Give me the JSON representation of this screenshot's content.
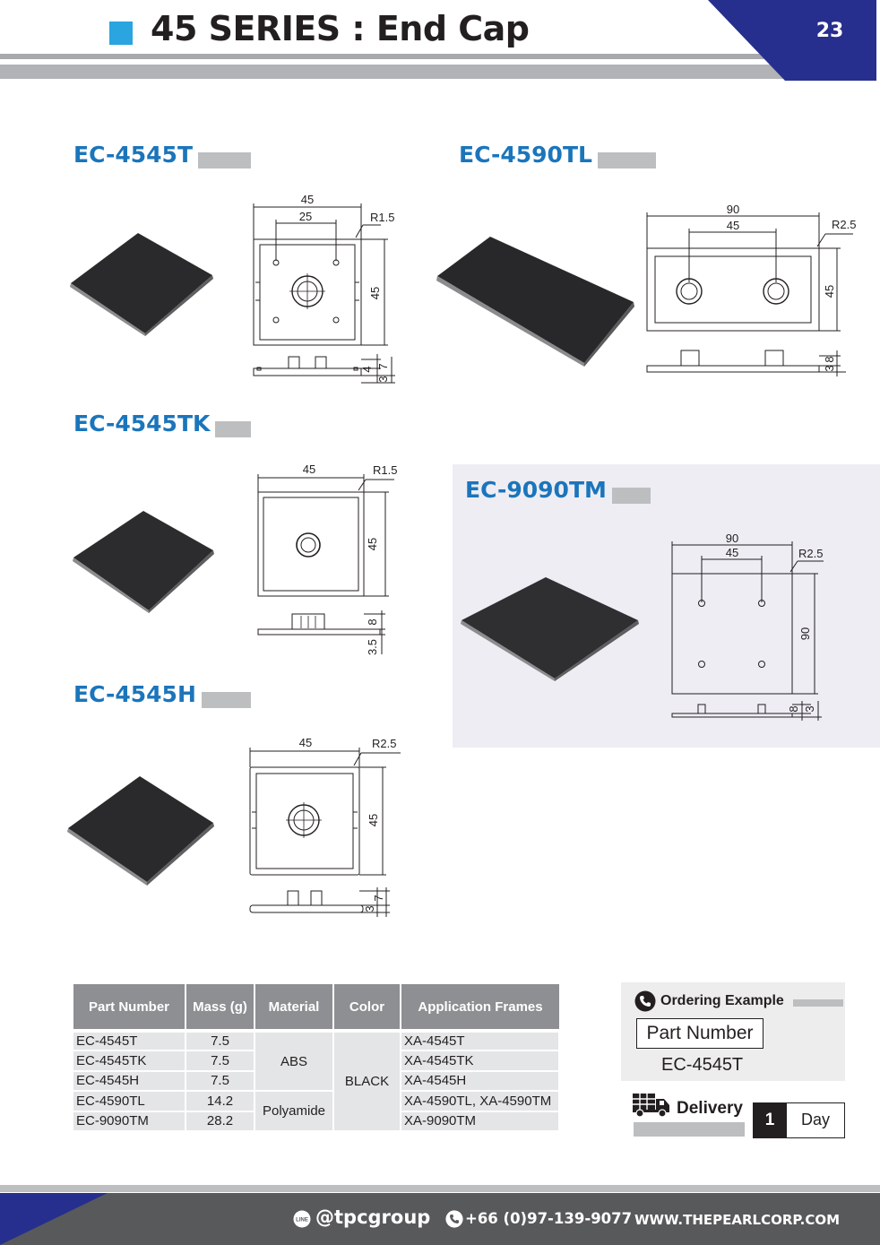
{
  "header": {
    "title": "45 SERIES : End Cap",
    "page_number": "23",
    "accent_color": "#2aa5df",
    "corner_color": "#262f8e"
  },
  "products": {
    "p1": {
      "code": "EC-4545T",
      "dims": {
        "a": "45",
        "b": "25",
        "r": "R1.5",
        "h": "45",
        "t1": "4",
        "t2": "3",
        "t3": "7"
      }
    },
    "p2": {
      "code": "EC-4590TL",
      "dims": {
        "a": "90",
        "b": "45",
        "r": "R2.5",
        "h": "45",
        "t1": "3",
        "t2": "8"
      }
    },
    "p3": {
      "code": "EC-4545TK",
      "dims": {
        "a": "45",
        "r": "R1.5",
        "h": "45",
        "t1": "8",
        "t2": "3.5"
      }
    },
    "p4": {
      "code": "EC-9090TM",
      "dims": {
        "a": "90",
        "b": "45",
        "r": "R2.5",
        "h": "90",
        "t1": "8",
        "t2": "3"
      }
    },
    "p5": {
      "code": "EC-4545H",
      "dims": {
        "a": "45",
        "r": "R2.5",
        "h": "45",
        "t1": "3",
        "t2": "7"
      }
    }
  },
  "table": {
    "headers": [
      "Part Number",
      "Mass (g)",
      "Material",
      "Color",
      "Application Frames"
    ],
    "rows": [
      {
        "part": "EC-4545T",
        "mass": "7.5",
        "frames": "XA-4545T"
      },
      {
        "part": "EC-4545TK",
        "mass": "7.5",
        "frames": "XA-4545TK"
      },
      {
        "part": "EC-4545H",
        "mass": "7.5",
        "frames": "XA-4545H"
      },
      {
        "part": "EC-4590TL",
        "mass": "14.2",
        "frames": "XA-4590TL, XA-4590TM"
      },
      {
        "part": "EC-9090TM",
        "mass": "28.2",
        "frames": "XA-9090TM"
      }
    ],
    "material_abs": "ABS",
    "material_pa": "Polyamide",
    "color": "BLACK"
  },
  "ordering": {
    "title": "Ordering  Example",
    "field_label": "Part Number",
    "example_value": "EC-4545T"
  },
  "delivery": {
    "label": "Delivery",
    "days": "1",
    "unit": "Day"
  },
  "footer": {
    "line_id": "@tpcgroup",
    "line_badge": "LINE",
    "phone": "+66 (0)97-139-9077",
    "website": "WWW.THEPEARLCORP.COM"
  }
}
